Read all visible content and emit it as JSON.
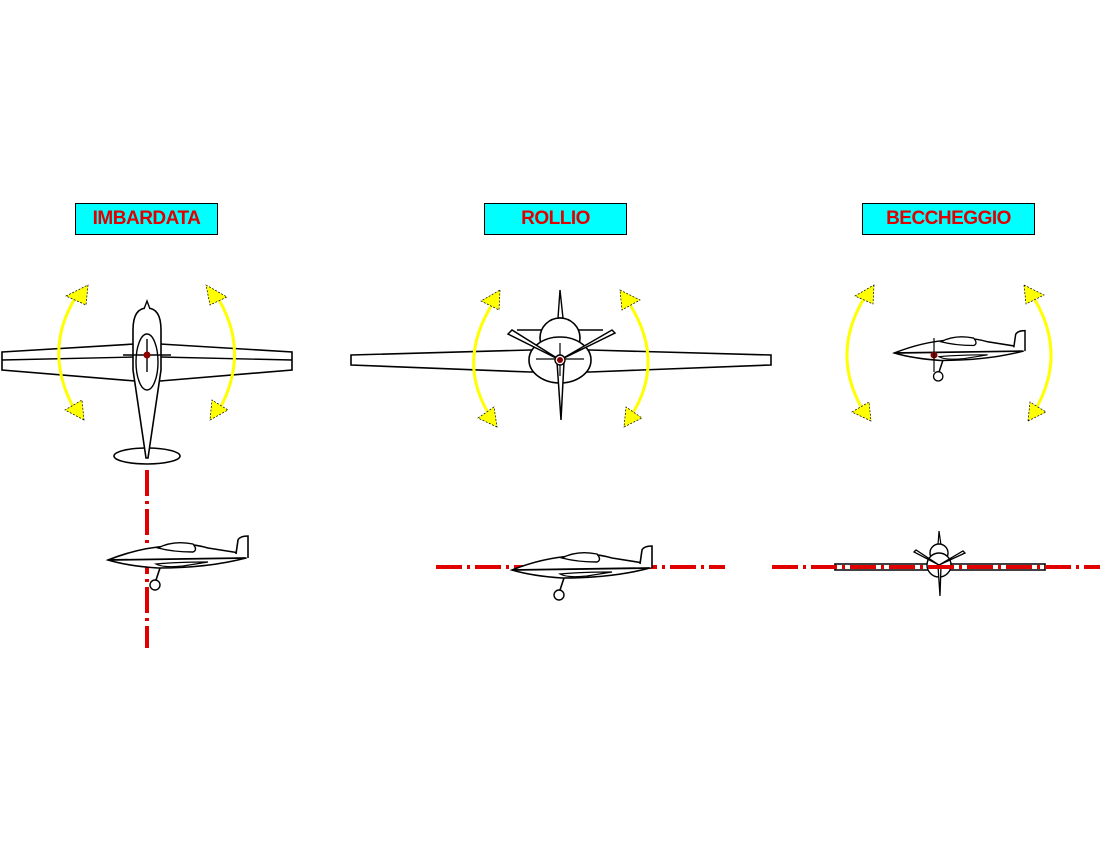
{
  "panels": [
    {
      "id": "yaw",
      "label": "IMBARDATA",
      "axis_orientation": "vertical"
    },
    {
      "id": "roll",
      "label": "ROLLIO",
      "axis_orientation": "horizontal"
    },
    {
      "id": "pitch",
      "label": "BECCHEGGIO",
      "axis_orientation": "horizontal"
    }
  ],
  "colors": {
    "label_bg": "#00ffff",
    "label_text": "#e00000",
    "arrow": "#ffff00",
    "axis_line": "#e00000",
    "outline": "#000000",
    "cg_marker": "#8b0000"
  }
}
